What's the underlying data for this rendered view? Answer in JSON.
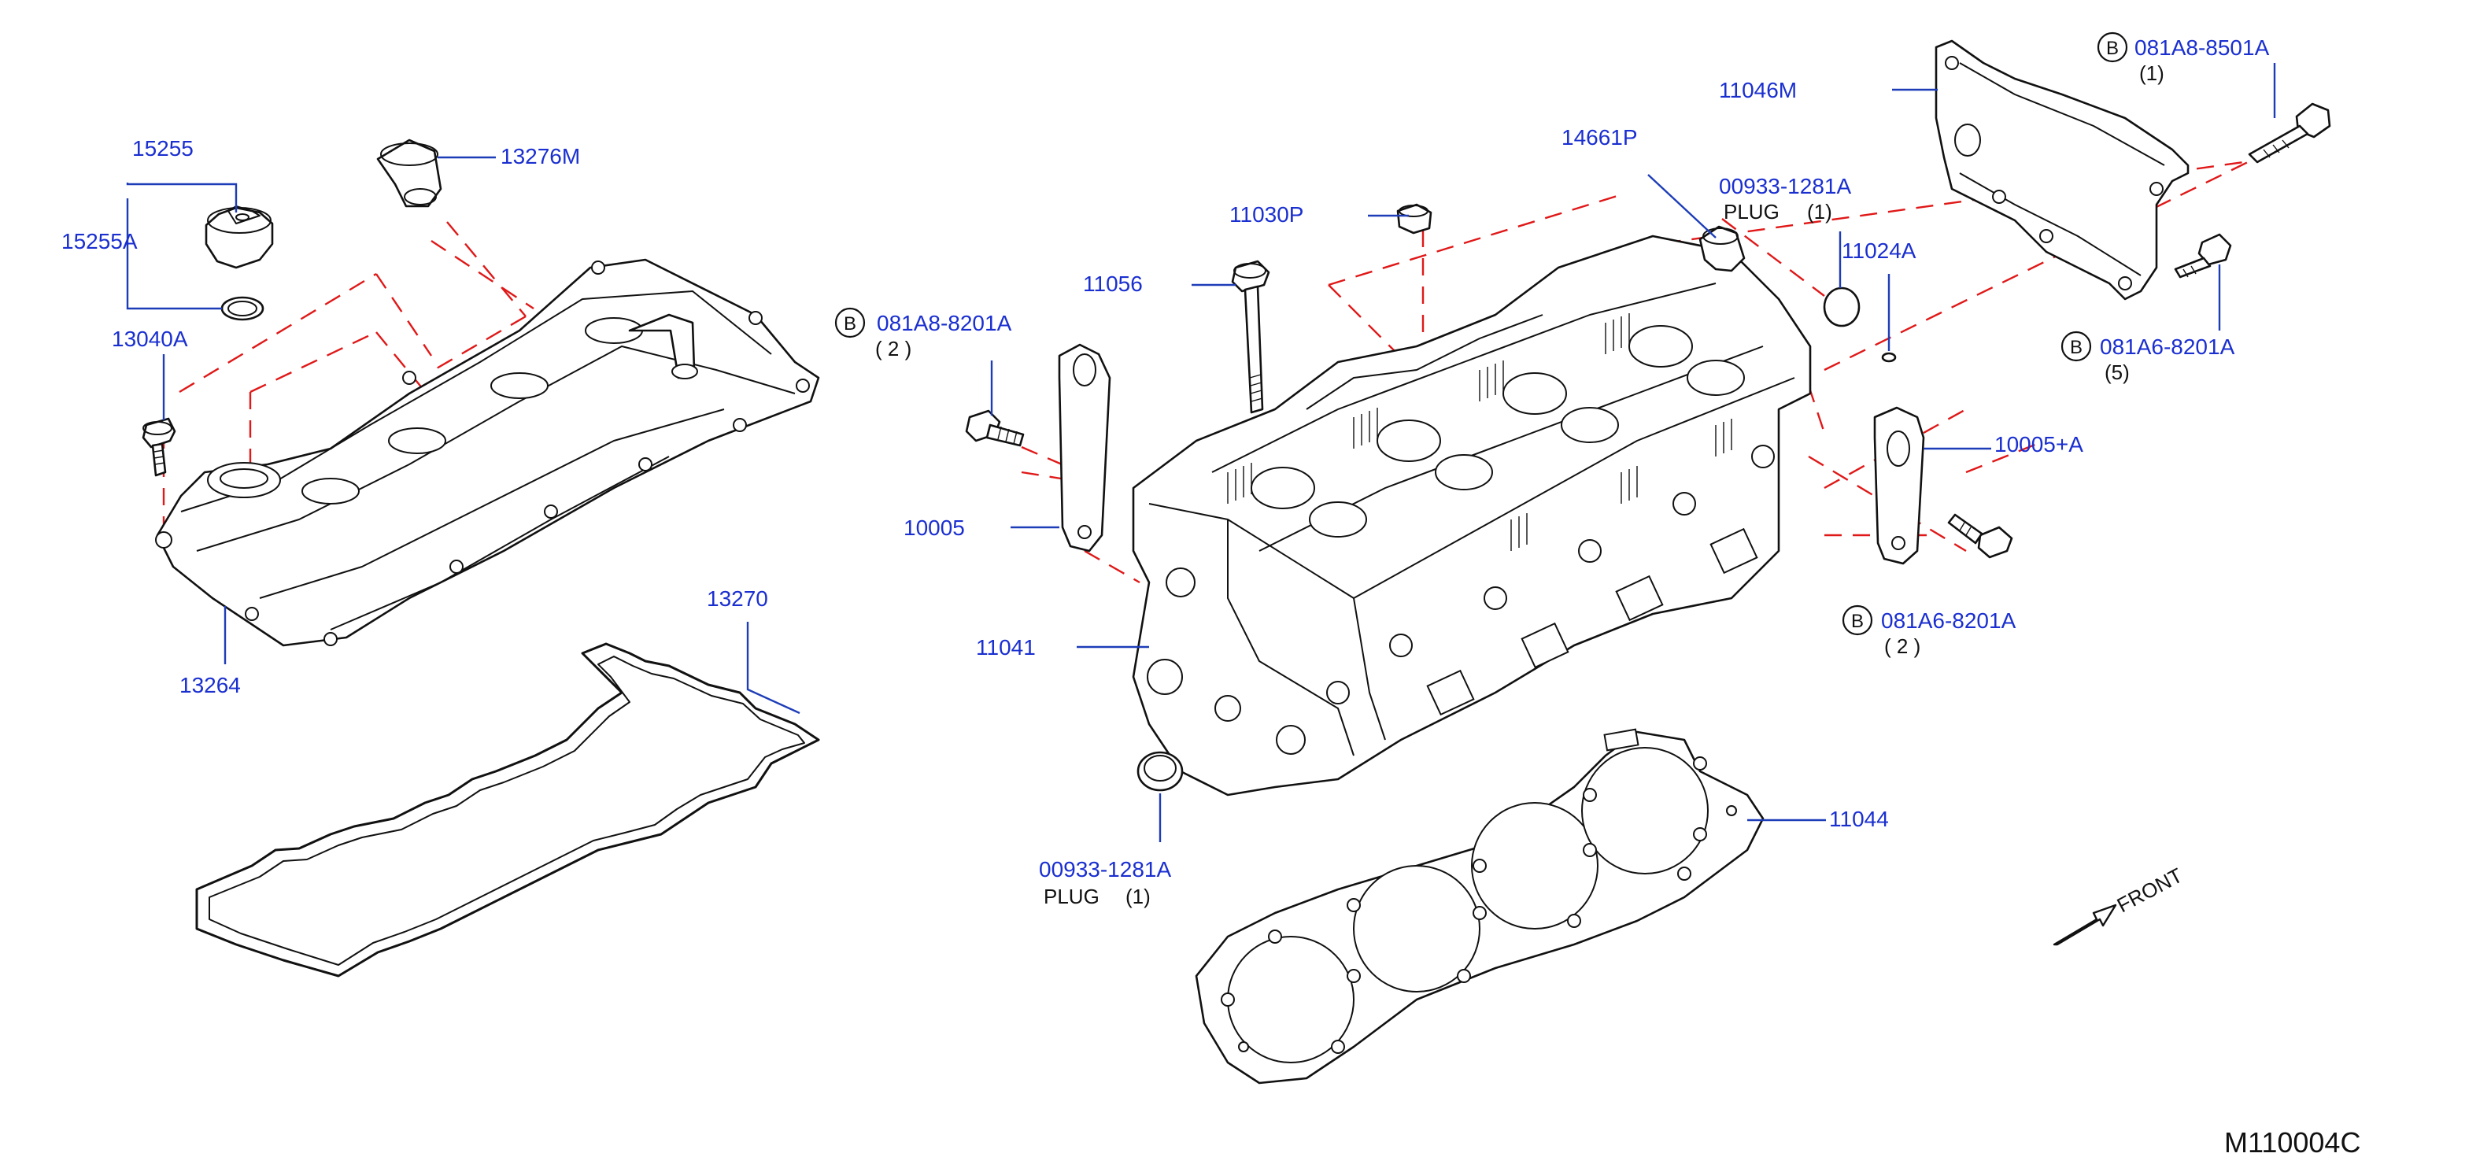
{
  "diagram_code": "M110004C",
  "front_label": "FRONT",
  "bolt_marker": "B",
  "colors": {
    "part_number": "#1a2fd0",
    "phantom_line": "#e01818",
    "line_art": "#111111"
  },
  "callouts": {
    "c15255": "15255",
    "c15255A": "15255A",
    "c13040A": "13040A",
    "c13276M": "13276M",
    "c13264": "13264",
    "c13270": "13270",
    "c081A8_8201A": "081A8-8201A",
    "c081A8_8201A_qty": "( 2 )",
    "c11030P": "11030P",
    "c11056": "11056",
    "c10005": "10005",
    "c11041": "11041",
    "c00933_1281A_lower": "00933-1281A",
    "plug_lower": "PLUG",
    "plug_lower_qty": "(1)",
    "c14661P": "14661P",
    "c00933_1281A_upper": "00933-1281A",
    "plug_upper": "PLUG",
    "plug_upper_qty": "(1)",
    "c11024A": "11024A",
    "c11046M": "11046M",
    "c081A8_8501A": "081A8-8501A",
    "c081A8_8501A_qty": "(1)",
    "c081A6_8201A": "081A6-8201A",
    "c081A6_8201A_qty": "(5)",
    "c10005A": "10005+A",
    "c081A6_8201A_b": "081A6-8201A",
    "c081A6_8201A_b_qty": "( 2 )",
    "c11044": "11044"
  }
}
